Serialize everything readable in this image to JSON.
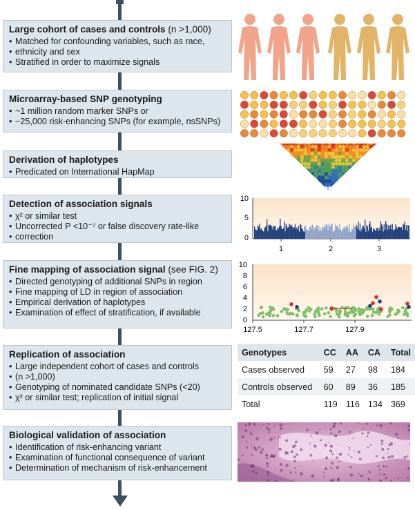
{
  "steps": [
    {
      "title": "Large cohort of cases and controls",
      "title_suffix": " (n >1,000)",
      "bullets": [
        "Matched for confounding variables, such as race,",
        "ethnicity and sex",
        "Stratified in order to maximize signals"
      ]
    },
    {
      "title": "Microarray-based SNP genotyping",
      "title_suffix": "",
      "bullets": [
        "~1 million random marker SNPs or",
        "~25,000 risk-enhancing SNPs (for example, nsSNPs)"
      ]
    },
    {
      "title": "Derivation of haplotypes",
      "title_suffix": "",
      "bullets": [
        "Predicated on International HapMap"
      ]
    },
    {
      "title": "Detection of association signals",
      "title_suffix": "",
      "bullets": [
        "χ² or similar test",
        "Uncorrected P <10⁻⁷ or false discovery rate-like",
        "correction"
      ]
    },
    {
      "title": "Fine mapping of association signal",
      "title_suffix": " (see FIG. 2)",
      "bullets": [
        "Directed genotyping of additional SNPs in region",
        "Fine mapping of LD in region of association",
        "Empirical derivation of haplotypes",
        "Examination of effect of stratification, if available"
      ]
    },
    {
      "title": "Replication of association",
      "title_suffix": "",
      "bullets": [
        "Large independent cohort of cases and controls",
        "(n >1,000)",
        "Genotyping of nominated candidate SNPs (<20)",
        "χ² or similar test; replication of initial signal"
      ]
    },
    {
      "title": "Biological validation of association",
      "title_suffix": "",
      "bullets": [
        "Identification of risk-enhancing variant",
        "Examination of functional consequence of variant",
        "Determination of mechanism of risk-enhancement"
      ]
    }
  ],
  "manhattan": {
    "y_ticks": [
      "10",
      "5",
      "0"
    ],
    "x_ticks": [
      "1",
      "2",
      "3"
    ],
    "chromosome_colors": [
      "#1f3f7a",
      "#8fa4c8",
      "#1f3f7a"
    ]
  },
  "finemap": {
    "y_ticks": [
      "10",
      "8",
      "6",
      "4",
      "2",
      "0"
    ],
    "x_ticks": [
      "127.5",
      "127.7",
      "127.9"
    ]
  },
  "table": {
    "headers": [
      "Genotypes",
      "CC",
      "AA",
      "CA",
      "Total"
    ],
    "rows": [
      [
        "Cases observed",
        "59",
        "27",
        "98",
        "184"
      ],
      [
        "Controls observed",
        "60",
        "89",
        "36",
        "185"
      ],
      [
        "Total",
        "119",
        "116",
        "134",
        "369"
      ]
    ]
  },
  "colors": {
    "spine": "#3d4f63",
    "box": "#dde6ec",
    "skin_pink": "#f0a58a",
    "skin_gold": "#e2b467"
  }
}
